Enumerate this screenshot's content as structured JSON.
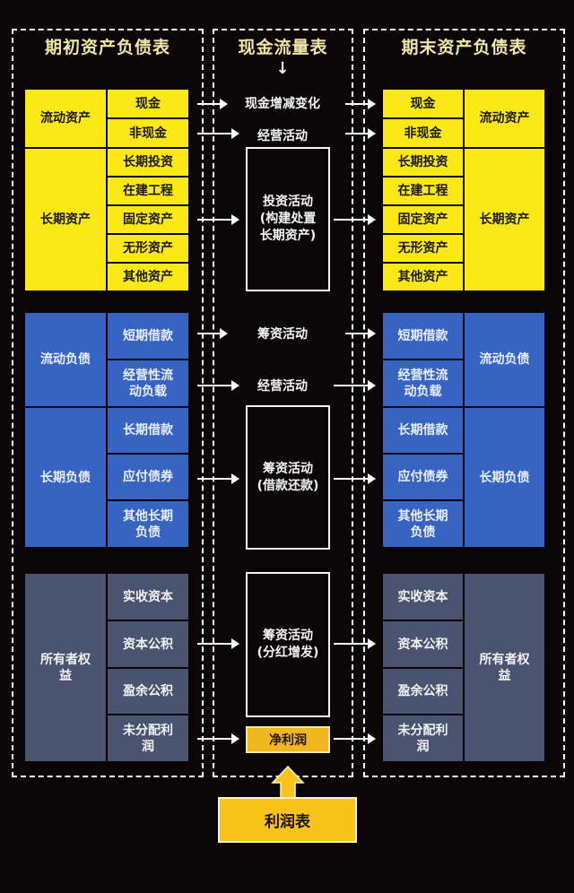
{
  "colors": {
    "background": "#0a0608",
    "assets_yellow": "#fbe814",
    "liabilities_blue": "#3764c2",
    "equity_gray": "#4a5470",
    "net_profit_orange": "#f1b81d",
    "title_text": "#f0e6a8"
  },
  "left_panel": {
    "title": "期初资产负债表",
    "groups": [
      {
        "name": "流动资产",
        "items": [
          "现金",
          "非现金"
        ]
      },
      {
        "name": "长期资产",
        "items": [
          "长期投资",
          "在建工程",
          "固定资产",
          "无形资产",
          "其他资产"
        ]
      },
      {
        "name": "流动负债",
        "items": [
          "短期借款",
          "经营性流动负载"
        ]
      },
      {
        "name": "长期负债",
        "items": [
          "长期借款",
          "应付债券",
          "其他长期负债"
        ]
      },
      {
        "name": "所有者权益",
        "items": [
          "实收资本",
          "资本公积",
          "盈余公积",
          "未分配利润"
        ]
      }
    ]
  },
  "middle_panel": {
    "title": "现金流量表",
    "down_arrow": "↓",
    "flows": [
      "现金增减变化",
      "经营活动",
      "投资活动(构建处置长期资产)",
      "筹资活动",
      "经营活动",
      "筹资活动(借款还款)",
      "筹资活动(分红增发)",
      "净利润"
    ],
    "invest_box": [
      "投资活动",
      "(构建处置",
      "长期资产)"
    ],
    "finance_loan_box": [
      "筹资活动",
      "(借款还款)"
    ],
    "finance_equity_box": [
      "筹资活动",
      "(分红增发)"
    ],
    "net_profit": "净利润"
  },
  "right_panel": {
    "title": "期末资产负债表",
    "groups": [
      {
        "name": "流动资产",
        "items": [
          "现金",
          "非现金"
        ]
      },
      {
        "name": "长期资产",
        "items": [
          "长期投资",
          "在建工程",
          "固定资产",
          "无形资产",
          "其他资产"
        ]
      },
      {
        "name": "流动负债",
        "items": [
          "短期借款",
          "经营性流动负载"
        ]
      },
      {
        "name": "长期负债",
        "items": [
          "长期借款",
          "应付债券",
          "其他长期负债"
        ]
      },
      {
        "name": "所有者权益",
        "items": [
          "实收资本",
          "资本公积",
          "盈余公积",
          "未分配利润"
        ]
      }
    ]
  },
  "labels": {
    "current_assets": "流动资产",
    "long_assets": "长期资产",
    "current_liab": "流动负债",
    "long_liab": "长期负债",
    "equity_1": "所有者权",
    "equity_2": "益",
    "cash": "现金",
    "noncash": "非现金",
    "lt_invest": "长期投资",
    "construction": "在建工程",
    "fixed": "固定资产",
    "intangible": "无形资产",
    "other_assets": "其他资产",
    "st_loan": "短期借款",
    "op_liab_1": "经营性流",
    "op_liab_2": "动负载",
    "lt_loan": "长期借款",
    "bonds": "应付债券",
    "other_lt_1": "其他长期",
    "other_lt_2": "负债",
    "paid_capital": "实收资本",
    "capital_reserve": "资本公积",
    "surplus_reserve": "盈余公积",
    "retained_1": "未分配利",
    "retained_2": "润"
  },
  "income_statement": {
    "label": "利润表"
  }
}
